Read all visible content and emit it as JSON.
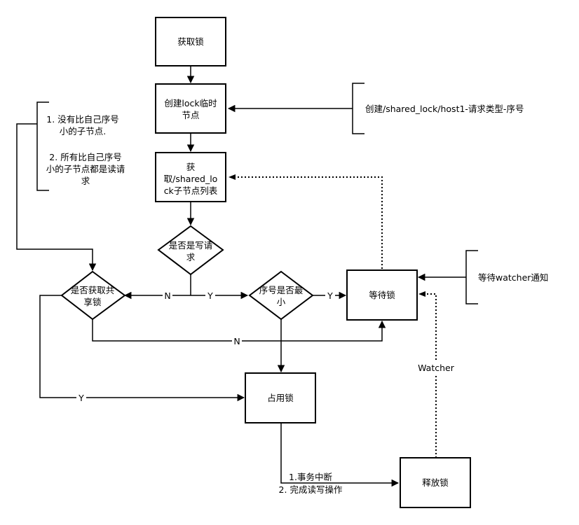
{
  "nodes": {
    "acquire": "获取锁",
    "create_line1": "创建lock临时",
    "create_line2": "节点",
    "getlist_line1": "获",
    "getlist_line2": "取/shared_lo",
    "getlist_line3": "ck子节点列表",
    "is_write_line1": "是否是写请",
    "is_write_line2": "求",
    "is_min_line1": "序号是否最",
    "is_min_line2": "小",
    "can_share_line1": "是否获取共",
    "can_share_line2": "享锁",
    "wait": "等待锁",
    "hold": "占用锁",
    "release": "释放锁"
  },
  "notes": {
    "node_path": "创建/shared_lock/host1-请求类型-序号",
    "wait_notify": "等待watcher通知",
    "cond1_line1": "1. 没有比自己序号",
    "cond1_line2": "小的子节点.",
    "cond2_line1": "2. 所有比自己序号",
    "cond2_line2": "小的子节点都是读请",
    "cond2_line3": "求",
    "release_1": "1.事务中断",
    "release_2": "2. 完成读写操作"
  },
  "edges": {
    "n_left": "N",
    "y_right": "Y",
    "y_to_wait": "Y",
    "n_bottom": "N",
    "y_bottom": "Y",
    "watcher": "Watcher"
  }
}
